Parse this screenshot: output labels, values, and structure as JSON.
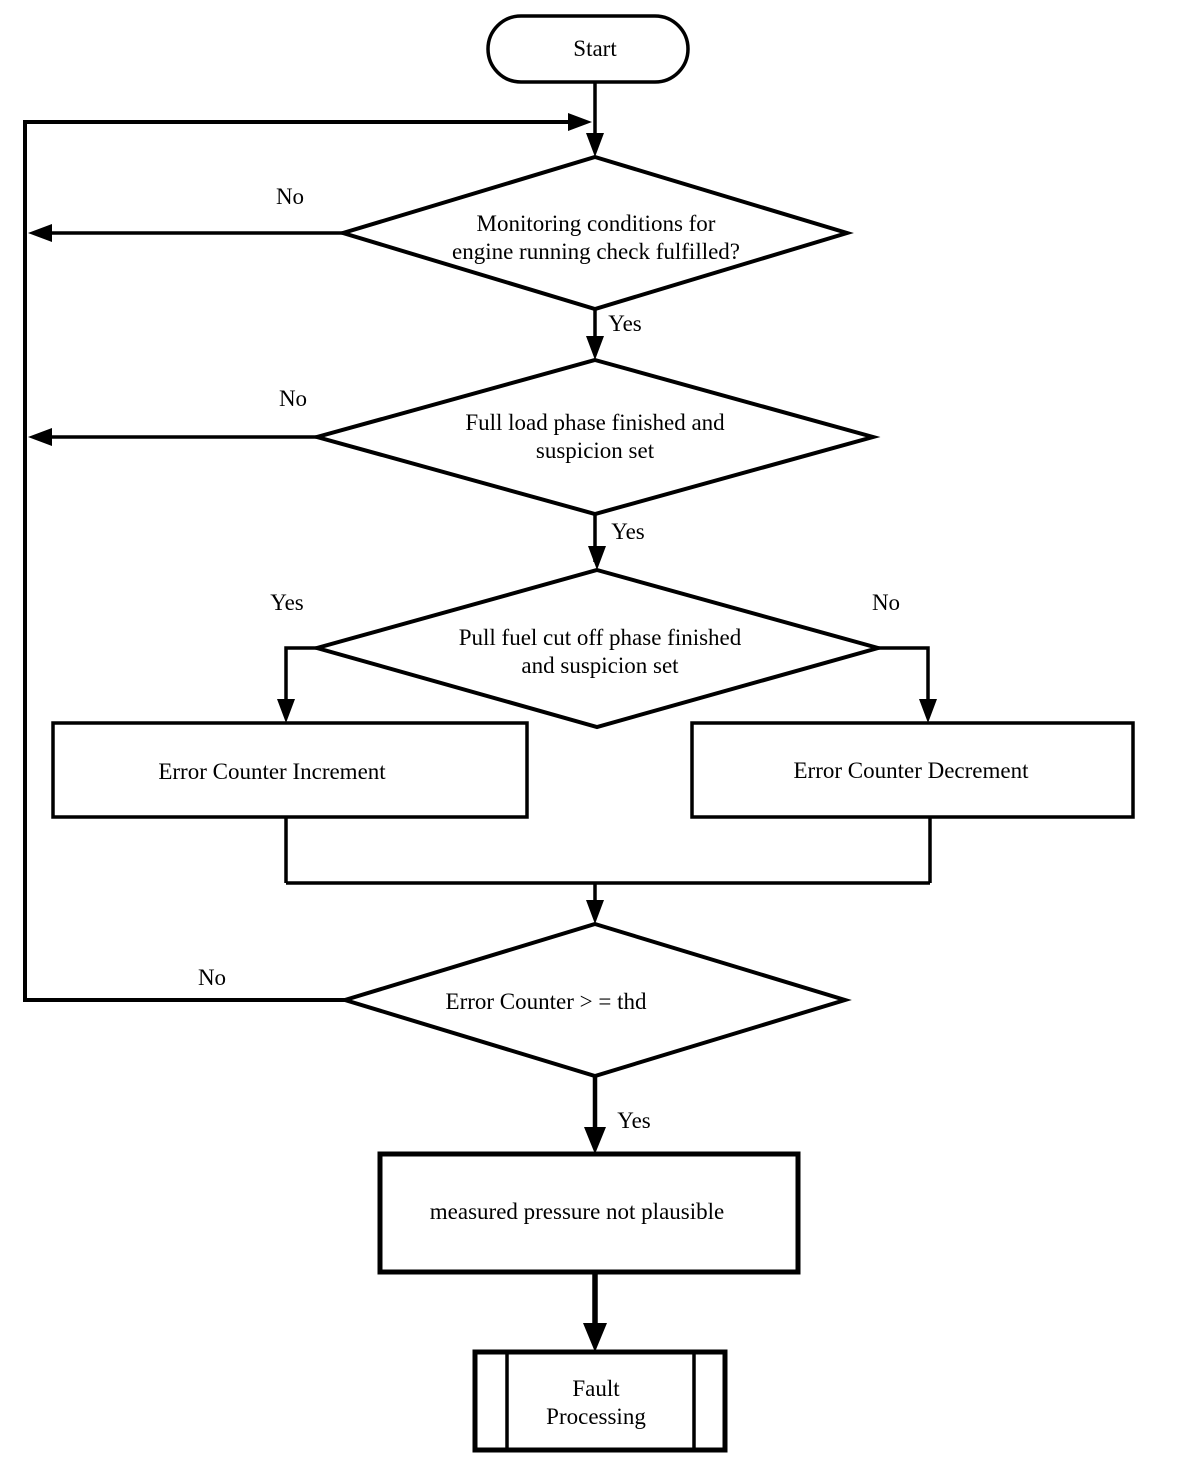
{
  "diagram": {
    "type": "flowchart",
    "colors": {
      "stroke": "#000000",
      "background": "#ffffff",
      "text": "#000000"
    },
    "nodes": {
      "start": {
        "shape": "terminator",
        "label": "Start"
      },
      "d1": {
        "shape": "decision",
        "label": "Monitoring  conditions for\nengine running check fulfilled?"
      },
      "d2": {
        "shape": "decision",
        "label": "Full load phase finished and\nsuspicion set"
      },
      "d3": {
        "shape": "decision",
        "label": "Pull fuel cut off phase finished\nand suspicion set"
      },
      "inc": {
        "shape": "process",
        "label": "Error Counter Increment"
      },
      "dec": {
        "shape": "process",
        "label": "Error Counter Decrement"
      },
      "d4": {
        "shape": "decision",
        "label": "Error Counter > = thd"
      },
      "mp": {
        "shape": "process",
        "label": "measured pressure not plausible"
      },
      "fp": {
        "shape": "predefined-process",
        "label": "Fault\nProcessing"
      }
    },
    "edges": {
      "d1_no": "No",
      "d1_yes": "Yes",
      "d2_no": "No",
      "d2_yes": "Yes",
      "d3_yes": "Yes",
      "d3_no": "No",
      "d4_no": "No",
      "d4_yes": "Yes"
    }
  }
}
